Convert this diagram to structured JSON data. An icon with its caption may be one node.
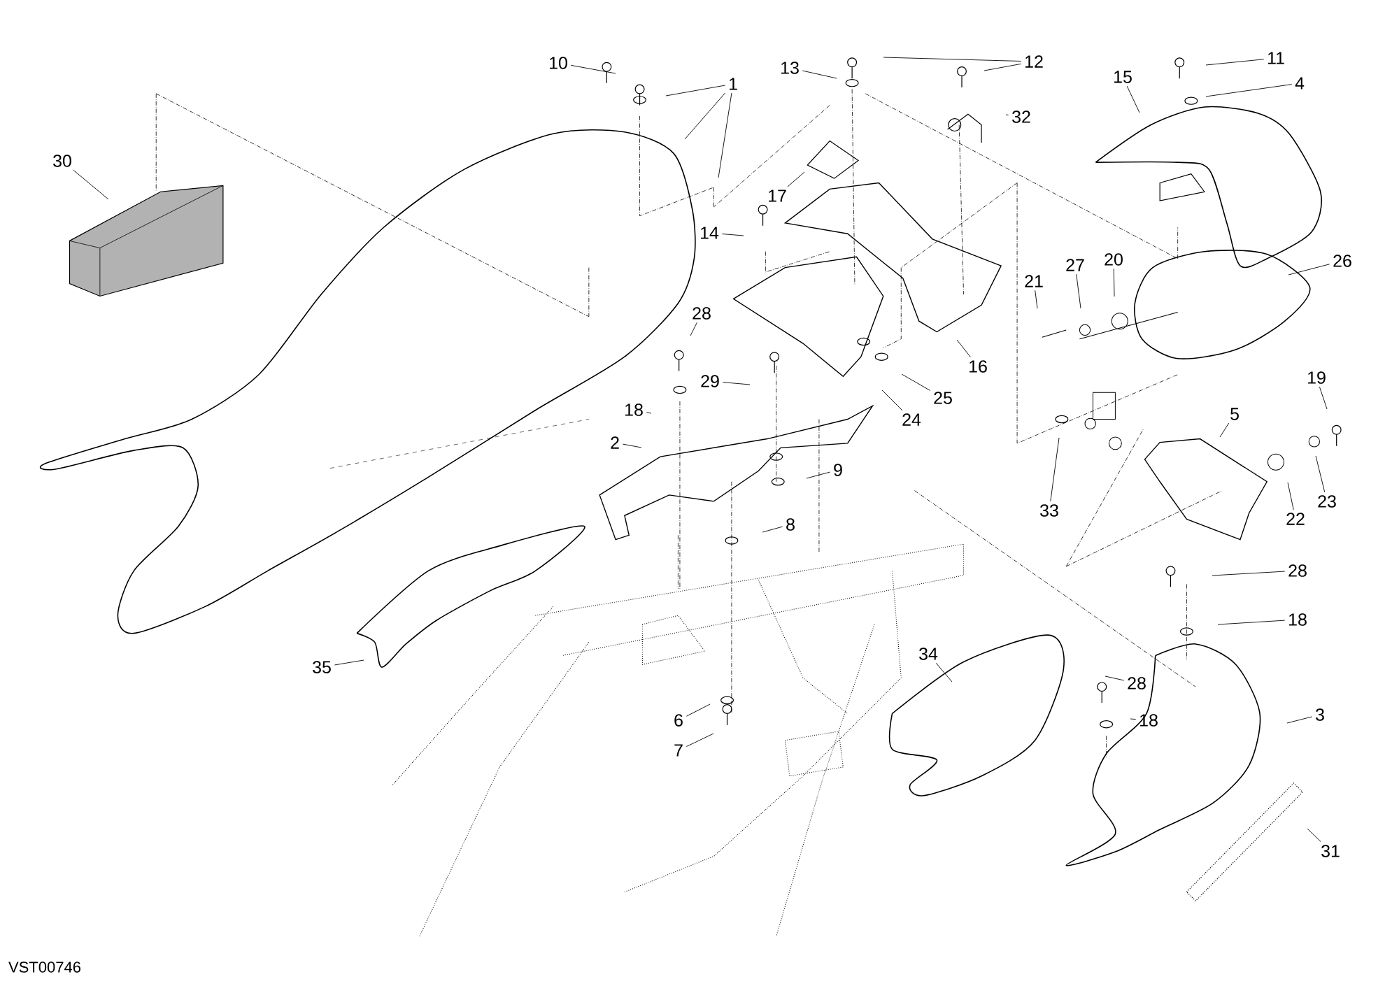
{
  "diagram": {
    "nodes": [
      {
        "text": [
          "10"
        ]
      },
      {
        "text": [
          "1"
        ]
      },
      {
        "text": [
          "13"
        ]
      },
      {
        "text": [
          "12"
        ]
      },
      {
        "text": [
          "11"
        ]
      },
      {
        "text": [
          "15"
        ]
      },
      {
        "text": [
          "4"
        ]
      },
      {
        "text": [
          "32"
        ]
      },
      {
        "text": [
          "30"
        ]
      },
      {
        "text": [
          "17"
        ]
      },
      {
        "text": [
          "14"
        ]
      },
      {
        "text": [
          "21"
        ]
      },
      {
        "text": [
          "27"
        ]
      },
      {
        "text": [
          "20"
        ]
      },
      {
        "text": [
          "26"
        ]
      },
      {
        "text": [
          "16"
        ]
      },
      {
        "text": [
          "28"
        ]
      },
      {
        "text": [
          "29"
        ]
      },
      {
        "text": [
          "18"
        ]
      },
      {
        "text": [
          "24"
        ]
      },
      {
        "text": [
          "25"
        ]
      },
      {
        "text": [
          "19"
        ]
      },
      {
        "text": [
          "5"
        ]
      },
      {
        "text": [
          "2"
        ]
      },
      {
        "text": [
          "9"
        ]
      },
      {
        "text": [
          "33"
        ]
      },
      {
        "text": [
          "22"
        ]
      },
      {
        "text": [
          "23"
        ]
      },
      {
        "text": [
          "8"
        ]
      },
      {
        "text": [
          "28"
        ]
      },
      {
        "text": [
          "18"
        ]
      },
      {
        "text": [
          "35"
        ]
      },
      {
        "text": [
          "34"
        ]
      },
      {
        "text": [
          "28"
        ]
      },
      {
        "text": [
          "18"
        ]
      },
      {
        "text": [
          "3"
        ]
      },
      {
        "text": [
          "6"
        ]
      },
      {
        "text": [
          "7"
        ]
      },
      {
        "text": [
          "31"
        ]
      }
    ],
    "edges": [
      {
        "from": 0,
        "to": null,
        "arrow": "none"
      },
      {
        "from": 1,
        "to": null,
        "arrow": "none"
      },
      {
        "from": 1,
        "to": null,
        "arrow": "none"
      },
      {
        "from": 1,
        "to": null,
        "arrow": "none"
      },
      {
        "from": 2,
        "to": null,
        "arrow": "none"
      },
      {
        "from": 3,
        "to": null,
        "arrow": "none"
      },
      {
        "from": 3,
        "to": null,
        "arrow": "none"
      },
      {
        "from": 4,
        "to": null,
        "arrow": "none"
      },
      {
        "from": 5,
        "to": null,
        "arrow": "none"
      },
      {
        "from": 6,
        "to": null,
        "arrow": "none"
      },
      {
        "from": 7,
        "to": null,
        "arrow": "none"
      },
      {
        "from": 8,
        "to": null,
        "arrow": "none"
      },
      {
        "from": 9,
        "to": null,
        "arrow": "none"
      },
      {
        "from": 10,
        "to": null,
        "arrow": "none"
      },
      {
        "from": 11,
        "to": null,
        "arrow": "none"
      },
      {
        "from": 12,
        "to": null,
        "arrow": "none"
      },
      {
        "from": 13,
        "to": null,
        "arrow": "none"
      },
      {
        "from": 14,
        "to": null,
        "arrow": "none"
      },
      {
        "from": 15,
        "to": null,
        "arrow": "none"
      },
      {
        "from": 16,
        "to": null,
        "arrow": "none"
      },
      {
        "from": 17,
        "to": null,
        "arrow": "none"
      },
      {
        "from": 18,
        "to": null,
        "arrow": "none"
      },
      {
        "from": 19,
        "to": null,
        "arrow": "none"
      },
      {
        "from": 20,
        "to": null,
        "arrow": "none"
      },
      {
        "from": 21,
        "to": null,
        "arrow": "none"
      },
      {
        "from": 22,
        "to": null,
        "arrow": "none"
      },
      {
        "from": 23,
        "to": null,
        "arrow": "none"
      },
      {
        "from": 24,
        "to": null,
        "arrow": "none"
      },
      {
        "from": 25,
        "to": null,
        "arrow": "none"
      },
      {
        "from": 26,
        "to": null,
        "arrow": "none"
      },
      {
        "from": 27,
        "to": null,
        "arrow": "none"
      },
      {
        "from": 28,
        "to": null,
        "arrow": "none"
      },
      {
        "from": 29,
        "to": null,
        "arrow": "none"
      },
      {
        "from": 30,
        "to": null,
        "arrow": "none"
      },
      {
        "from": 31,
        "to": null,
        "arrow": "none"
      },
      {
        "from": 32,
        "to": null,
        "arrow": "none"
      },
      {
        "from": 33,
        "to": null,
        "arrow": "none"
      },
      {
        "from": 34,
        "to": null,
        "arrow": "none"
      },
      {
        "from": 35,
        "to": null,
        "arrow": "none"
      },
      {
        "from": 36,
        "to": null,
        "arrow": "none"
      },
      {
        "from": 37,
        "to": null,
        "arrow": "none"
      },
      {
        "from": 38,
        "to": null,
        "arrow": "none"
      }
    ],
    "labels": [
      "VST00746"
    ]
  }
}
